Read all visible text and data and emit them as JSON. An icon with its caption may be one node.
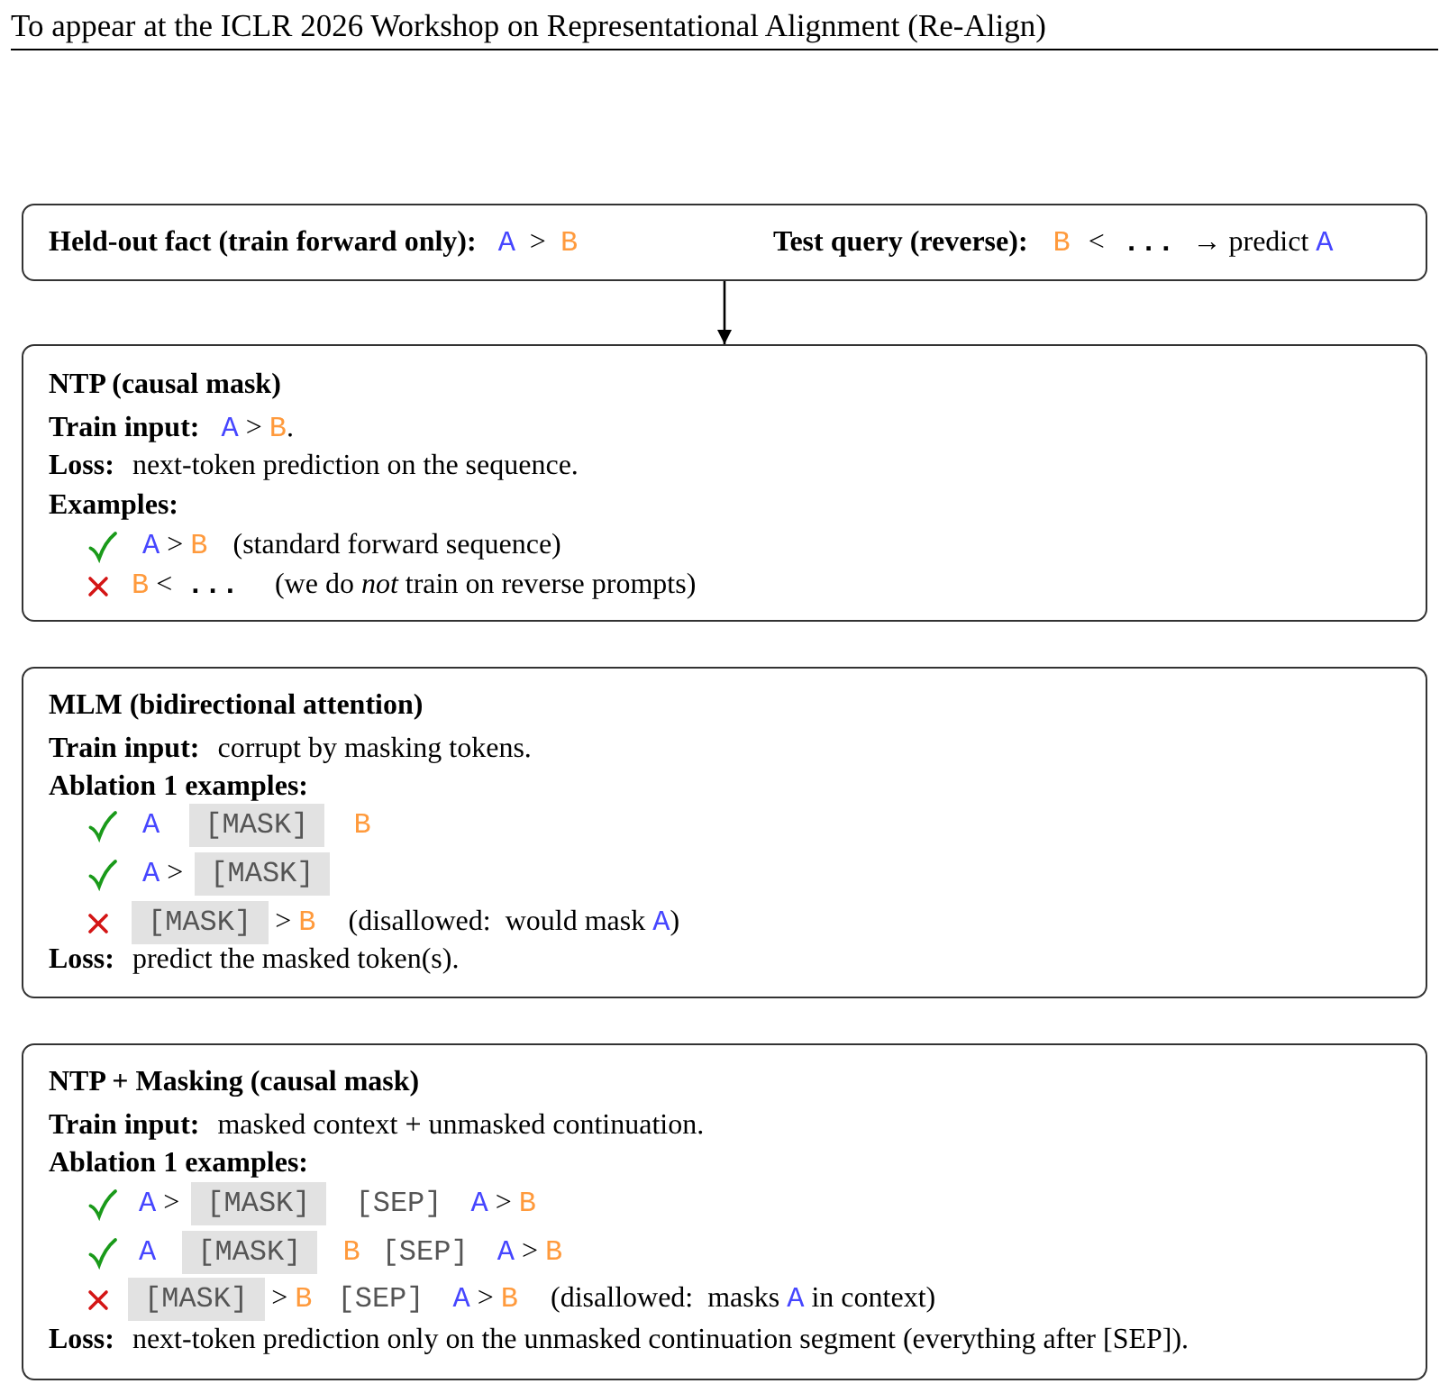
{
  "diagram": {
    "nodes": [
      {
        "text": [
          "**Held-out fact (train forward only):** A > B",
          "**Test query (reverse):** B < ... → predict A"
        ]
      },
      {
        "text": [
          "NTP (causal mask)",
          "**Train input:** A > B.",
          "**Loss:** next-token prediction on the sequence.",
          "Examples:",
          "A > B (standard forward sequence)",
          "B < ... (we do *not* train on reverse prompts)"
        ]
      },
      {
        "text": [
          "MLM (bidirectional attention)",
          "**Train input:** corrupt by masking tokens.",
          "Ablation 1 examples:",
          "A [MASK] B",
          "A > [MASK]",
          "[MASK] > B (disallowed: would mask A)",
          "**Loss:** predict the masked token(s)."
        ]
      },
      {
        "text": [
          "NTP + Masking (causal mask)",
          "**Train input:** masked context + unmasked continuation.",
          "Ablation 1 examples:",
          "A > [MASK] [SEP] A > B",
          "A [MASK] B [SEP] A > B",
          "[MASK] > B [SEP] A > B (disallowed: masks A in context)",
          "**Loss:** next-token prediction only on the unmasked continuation segment (everything after [SEP])."
        ]
      }
    ],
    "edges": [
      {
        "from": 0,
        "to": 1,
        "arrow": "to"
      }
    ],
    "labels": [
      "To appear at the ICLR 2026 Workshop on Representational Alignment (Re-Align)"
    ]
  }
}
